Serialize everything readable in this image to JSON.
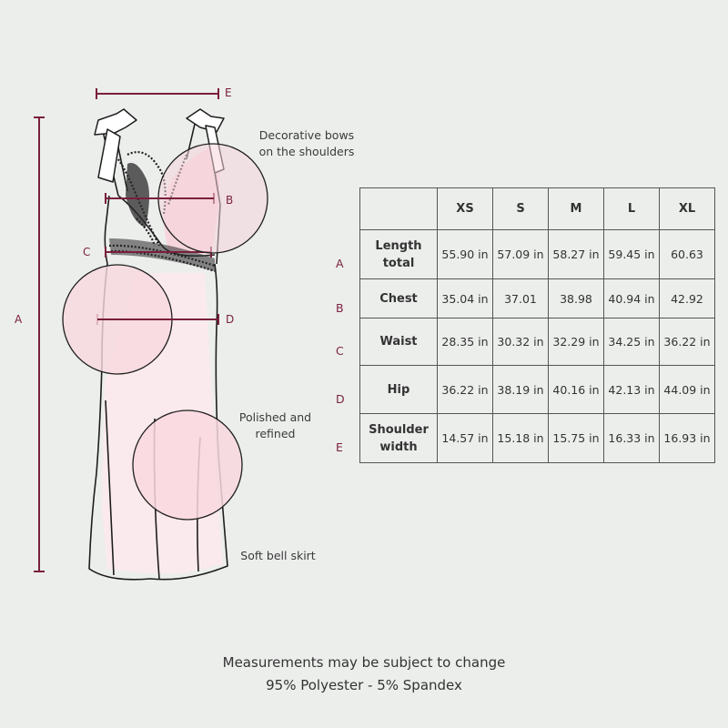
{
  "illustration": {
    "measure_labels": {
      "a": "A",
      "b": "B",
      "c": "C",
      "d": "D",
      "e": "E"
    },
    "annotations": {
      "bows": [
        "Decorative bows",
        "on the shoulders"
      ],
      "polished": [
        "Polished and",
        "refined"
      ],
      "skirt": "Soft bell skirt"
    },
    "accent_color": "#7a1f3d",
    "fabric_color": "#f6d6dc"
  },
  "table": {
    "columns": [
      "XS",
      "S",
      "M",
      "L",
      "XL"
    ],
    "rows": [
      {
        "letter": "A",
        "label_lines": [
          "Length",
          "total"
        ],
        "values": [
          "55.90 in",
          "57.09 in",
          "58.27 in",
          "59.45 in",
          "60.63"
        ]
      },
      {
        "letter": "B",
        "label_lines": [
          "Chest"
        ],
        "values": [
          "35.04 in",
          "37.01",
          "38.98",
          "40.94 in",
          "42.92"
        ]
      },
      {
        "letter": "C",
        "label_lines": [
          "Waist"
        ],
        "values": [
          "28.35 in",
          "30.32 in",
          "32.29 in",
          "34.25 in",
          "36.22 in"
        ]
      },
      {
        "letter": "D",
        "label_lines": [
          "Hip"
        ],
        "values": [
          "36.22 in",
          "38.19 in",
          "40.16 in",
          "42.13 in",
          "44.09 in"
        ]
      },
      {
        "letter": "E",
        "label_lines": [
          "Shoulder",
          "width"
        ],
        "values": [
          "14.57 in",
          "15.18 in",
          "15.75 in",
          "16.33 in",
          "16.93 in"
        ]
      }
    ]
  },
  "footer": {
    "line1": "Measurements may be subject to change",
    "line2": "95% Polyester - 5% Spandex"
  }
}
